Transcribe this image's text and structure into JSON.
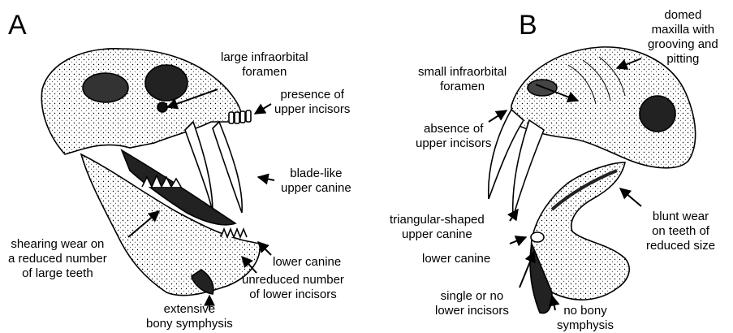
{
  "panels": [
    {
      "letter": "A",
      "labels": {
        "infraorbital": "large infraorbital\nforamen",
        "incisors": "presence of\nupper incisors",
        "canine": "blade-like\nupper canine",
        "shearing": "shearing wear on\na reduced number\nof large teeth",
        "lower_canine": "lower canine",
        "lower_incisors": "unreduced number\nof lower incisors",
        "symphysis": "extensive\nbony symphysis"
      }
    },
    {
      "letter": "B",
      "labels": {
        "maxilla": "domed\nmaxilla with\ngrooving and\npitting",
        "infraorbital": "small infraorbital\nforamen",
        "incisors": "absence of\nupper incisors",
        "canine": "triangular-shaped\nupper canine",
        "lower_canine": "lower canine",
        "lower_incisors": "single or no\nlower incisors",
        "blunt": "blunt wear\non teeth of\nreduced size",
        "symphysis": "no bony\nsymphysis"
      }
    }
  ]
}
